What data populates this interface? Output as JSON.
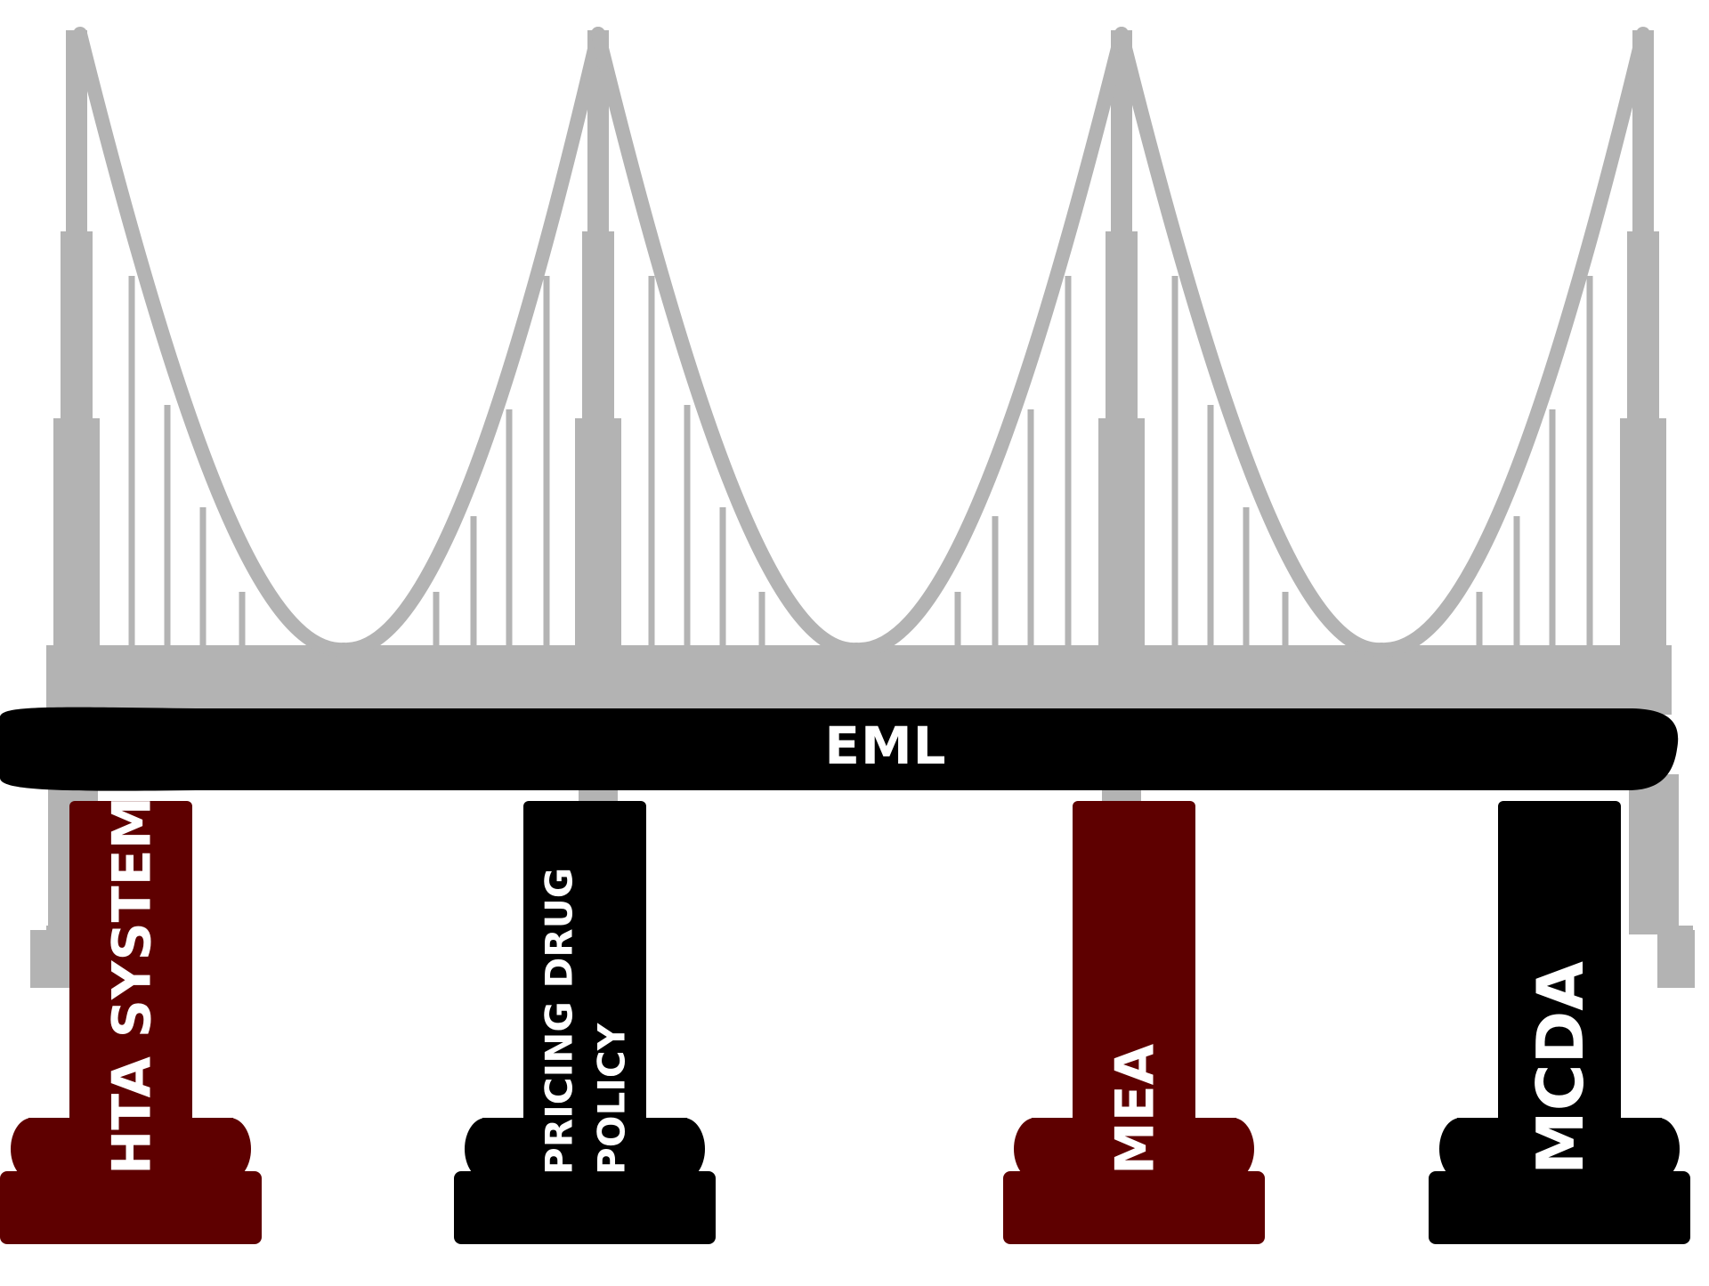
{
  "colors": {
    "background": "#ffffff",
    "bridge": "#b3b3b3",
    "beam": "#000000",
    "pillar_red": "#5e0000",
    "pillar_black": "#000000",
    "text": "#ffffff"
  },
  "beam": {
    "label": "EML"
  },
  "pillars": [
    {
      "lines": [
        "HTA SYSTEM"
      ],
      "color": "#5e0000"
    },
    {
      "lines": [
        "PRICING DRUG",
        "POLICY"
      ],
      "color": "#000000"
    },
    {
      "lines": [
        "MEA"
      ],
      "color": "#5e0000"
    },
    {
      "lines": [
        "MCDA"
      ],
      "color": "#000000"
    }
  ]
}
